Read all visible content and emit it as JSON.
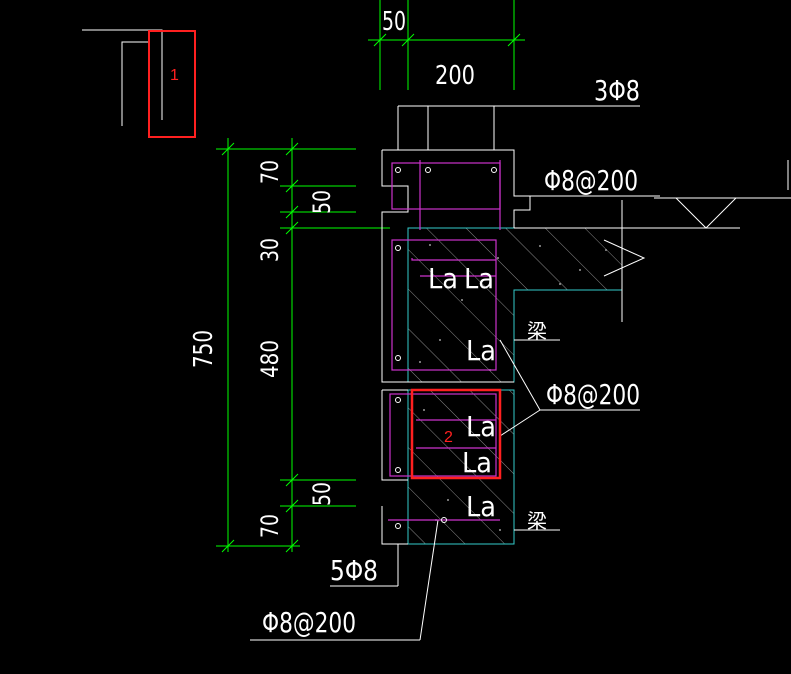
{
  "colors": {
    "background": "#000000",
    "dimension": "#00ff00",
    "outline": "#ffffff",
    "stirrup": "#cc33cc",
    "concrete": "#33cccc",
    "hatch": "#9a9a9a",
    "highlight": "#ff2020"
  },
  "dimensions": {
    "top_small": "50",
    "top_width": "200",
    "total_height": "750",
    "segments": [
      "70",
      "50",
      "30",
      "480",
      "50",
      "70"
    ]
  },
  "rebar_labels": {
    "top_bars": "3Φ8",
    "bottom_bars": "5Φ8",
    "stirrup_upper": "Φ8@200",
    "stirrup_middle": "Φ8@200",
    "stirrup_lower": "Φ8@200"
  },
  "anchorage": {
    "upper_1": "La",
    "upper_2": "La",
    "upper_3": "La",
    "mid_1": "La",
    "mid_2": "La",
    "mid_3": "La"
  },
  "beam_labels": {
    "upper": "梁",
    "lower": "梁"
  },
  "callouts": {
    "box1": "1",
    "box2": "2"
  }
}
